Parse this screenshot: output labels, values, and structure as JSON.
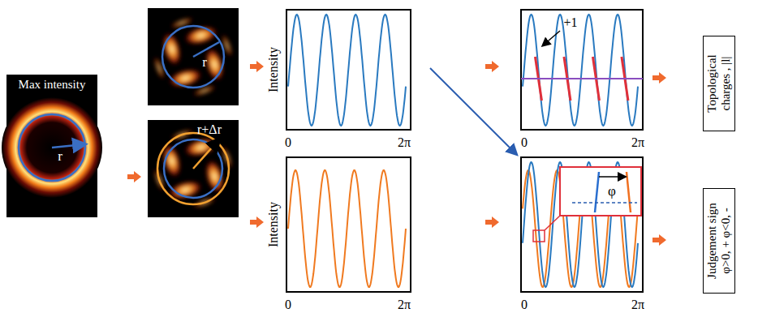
{
  "diagram": {
    "nodes": [
      {
        "text": [
          "Topological charges , |l|"
        ]
      },
      {
        "text": [
          "Judgement sign φ>0, + φ<0, -"
        ]
      }
    ],
    "labels": [
      "Max intensity",
      "r",
      "r",
      "r+Δr",
      "Intensity",
      "0",
      "2π",
      "+1",
      "0",
      "2π",
      "Intensity",
      "0",
      "2π",
      "φ",
      "0",
      "2π"
    ]
  }
}
